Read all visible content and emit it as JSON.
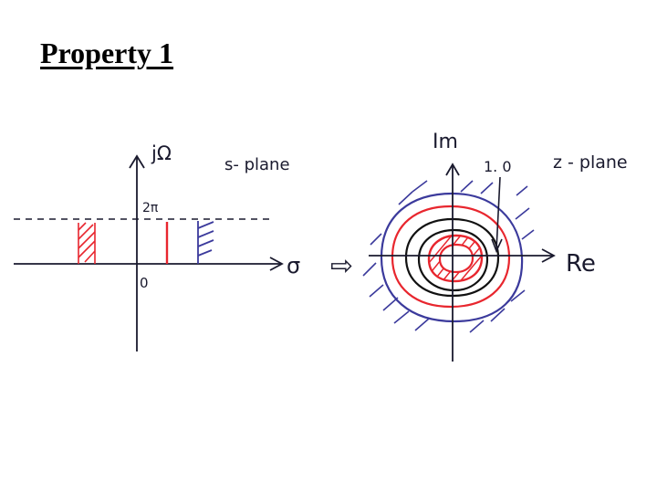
{
  "title": "Property 1",
  "s_plane": {
    "vertical_axis_label": "jΩ",
    "horizontal_axis_label": "σ",
    "plane_label": "s- plane",
    "period_label": "2π",
    "origin_label": "0"
  },
  "transform_arrow": "⇨",
  "z_plane": {
    "imag_axis_label": "Im",
    "real_axis_label": "Re",
    "plane_label": "z - plane",
    "unit_label": "1. 0"
  },
  "colors": {
    "ink": "#1a1a2e",
    "red": "#e8262e",
    "blue": "#3b3a9c",
    "black": "#111111"
  }
}
